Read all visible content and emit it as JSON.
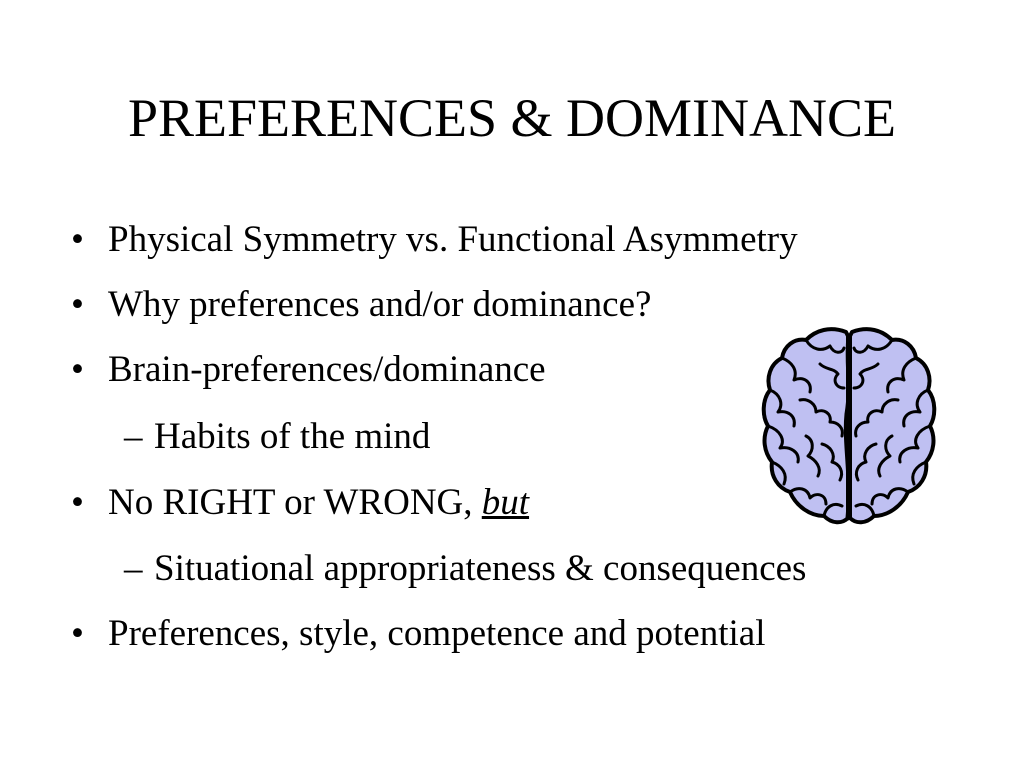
{
  "slide": {
    "title": "PREFERENCES & DOMINANCE",
    "bullet_glyph": "•",
    "dash_glyph": "–",
    "items": [
      {
        "level": 1,
        "text": "Physical Symmetry vs. Functional Asymmetry"
      },
      {
        "level": 1,
        "text": "Why preferences and/or dominance?"
      },
      {
        "level": 1,
        "text": "Brain-preferences/dominance"
      },
      {
        "level": 2,
        "text": "Habits of the mind"
      },
      {
        "level": 1,
        "text": "No RIGHT or WRONG, ",
        "emphasis": "but"
      },
      {
        "level": 2,
        "text": "Situational appropriateness & consequences"
      },
      {
        "level": 1,
        "text": "Preferences, style, competence and potential"
      }
    ],
    "image": {
      "icon": "brain-icon",
      "fill": "#BFC0F2",
      "stroke": "#000000"
    }
  }
}
